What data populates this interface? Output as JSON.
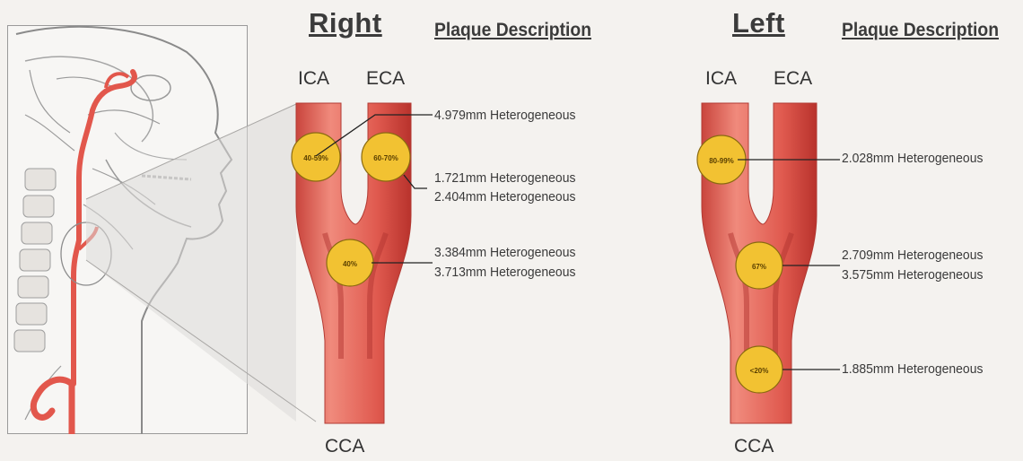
{
  "right": {
    "title": "Right",
    "plaque_title": "Plaque Description",
    "ica_label": "ICA",
    "eca_label": "ECA",
    "cca_label": "CCA",
    "ica_stenosis": "40-59%",
    "eca_stenosis": "60-70%",
    "bulb_stenosis": "40%",
    "desc_ica": "4.979mm Heterogeneous",
    "desc_eca_1": "1.721mm Heterogeneous",
    "desc_eca_2": "2.404mm Heterogeneous",
    "desc_bulb_1": "3.384mm Heterogeneous",
    "desc_bulb_2": "3.713mm Heterogeneous"
  },
  "left": {
    "title": "Left",
    "plaque_title": "Plaque Description",
    "ica_label": "ICA",
    "eca_label": "ECA",
    "cca_label": "CCA",
    "ica_stenosis": "80-99%",
    "bulb_stenosis": "67%",
    "cca_stenosis": "<20%",
    "desc_ica": "2.028mm Heterogeneous",
    "desc_bulb_1": "2.709mm Heterogeneous",
    "desc_bulb_2": "3.575mm Heterogeneous",
    "desc_cca": "1.885mm Heterogeneous"
  },
  "colors": {
    "artery": "#e2574c",
    "artery_light": "#f08a7c",
    "artery_dark": "#b8322c",
    "lumen": "#c83c38",
    "plaque": "#f2c232",
    "plaque_border": "#8a6a10"
  }
}
